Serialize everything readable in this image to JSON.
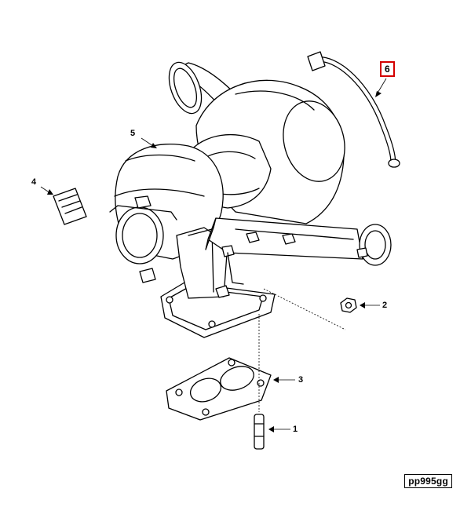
{
  "callouts": {
    "c1": "1",
    "c2": "2",
    "c3": "3",
    "c4": "4",
    "c5": "5",
    "c6": "6"
  },
  "highlighted_callout_color": "#d40000",
  "figure_id": "pp995gg"
}
